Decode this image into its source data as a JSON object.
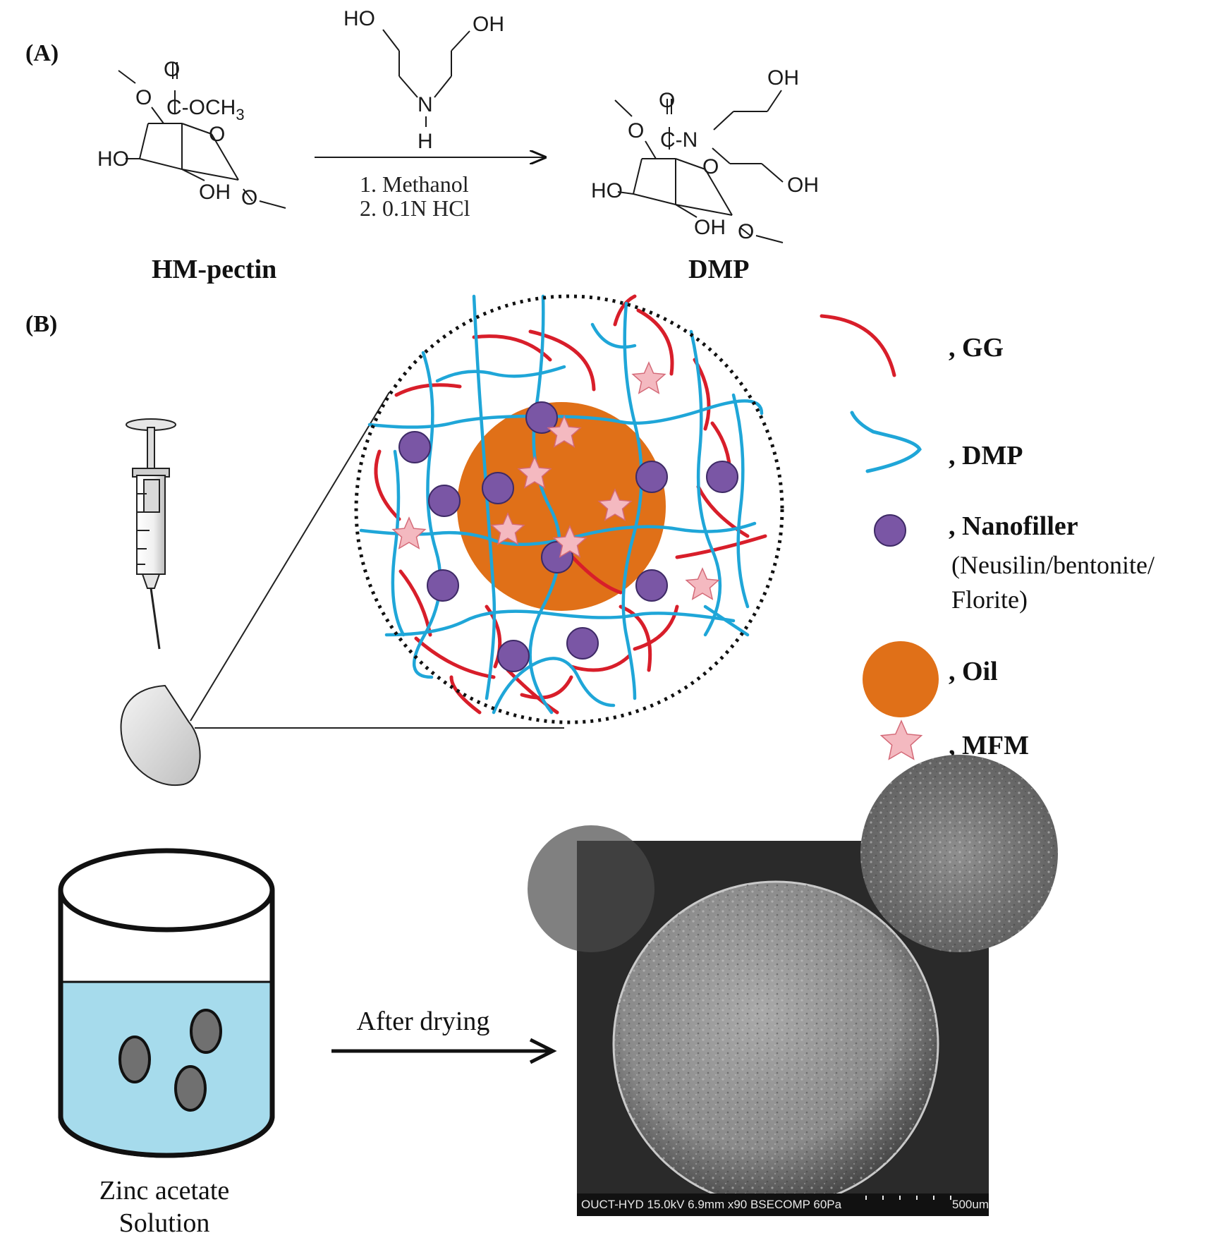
{
  "panels": {
    "a_label": "(A)",
    "b_label": "(B)"
  },
  "reaction": {
    "reactant_name": "HM-pectin",
    "product_name": "DMP",
    "condition_1": "1. Methanol",
    "condition_2": "2. 0.1N HCl",
    "reagent_atoms": {
      "ho": "HO",
      "oh": "OH",
      "n": "N",
      "h": "H"
    },
    "reactant_atoms": {
      "o_carbonyl": "O",
      "ester": "C-OCH",
      "ester_sub": "3",
      "o_ring": "O",
      "o_ring2": "O",
      "ho": "HO",
      "oh": "OH",
      "o_glyco": "O"
    },
    "product_atoms": {
      "o_carbonyl": "O",
      "amide": "C-N",
      "o_ring": "O",
      "o_ring2": "O",
      "ho": "HO",
      "oh": "OH",
      "o_glyco": "O",
      "oh_top": "OH",
      "oh_right": "OH"
    }
  },
  "legend": {
    "gg": ", GG",
    "dmp": ",  DMP",
    "nanofiller": ", Nanofiller",
    "nanofiller_sub1": "(Neusilin/bentonite/",
    "nanofiller_sub2": "Florite)",
    "oil": ", Oil",
    "mfm": ", MFM"
  },
  "process": {
    "arrow_label": "After drying",
    "beaker_label_1": "Zinc acetate",
    "beaker_label_2": "Solution"
  },
  "sem": {
    "info_bar": "OUCT-HYD 15.0kV 6.9mm x90 BSECOMP 60Pa",
    "scale": "500um"
  },
  "colors": {
    "gg": "#d81e2a",
    "dmp": "#1fa6d8",
    "nanofiller": "#7a56a5",
    "oil": "#e07018",
    "mfm": "#f4b9c0",
    "solution": "#a6dbec"
  }
}
